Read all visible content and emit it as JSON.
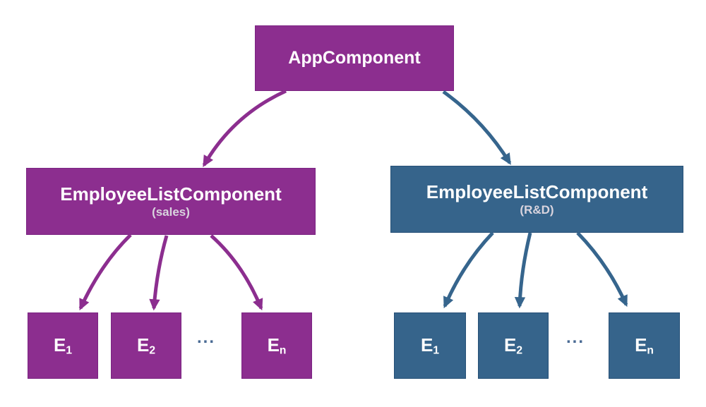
{
  "canvas": {
    "background": "#FFFFFF"
  },
  "colors": {
    "purple_fill": "#8C2E8F",
    "purple_stroke": "#7B2482",
    "blue_fill": "#36648B",
    "blue_stroke": "#265077",
    "label_text": "#FFFFFF",
    "subtitle_text": "#D9D4DE",
    "ellipsis_dots": "#4A6B94"
  },
  "nodes": {
    "root": {
      "label": "AppComponent"
    },
    "sales_list": {
      "title": "EmployeeListComponent",
      "subtitle": "(sales)"
    },
    "rnd_list": {
      "title": "EmployeeListComponent",
      "subtitle": "(R&D)"
    },
    "sales_children": [
      {
        "base": "E",
        "sub": "1"
      },
      {
        "base": "E",
        "sub": "2"
      },
      {
        "base": "E",
        "sub": "n"
      }
    ],
    "rnd_children": [
      {
        "base": "E",
        "sub": "1"
      },
      {
        "base": "E",
        "sub": "2"
      },
      {
        "base": "E",
        "sub": "n"
      }
    ],
    "sales_ellipsis": "...",
    "rnd_ellipsis": "..."
  }
}
